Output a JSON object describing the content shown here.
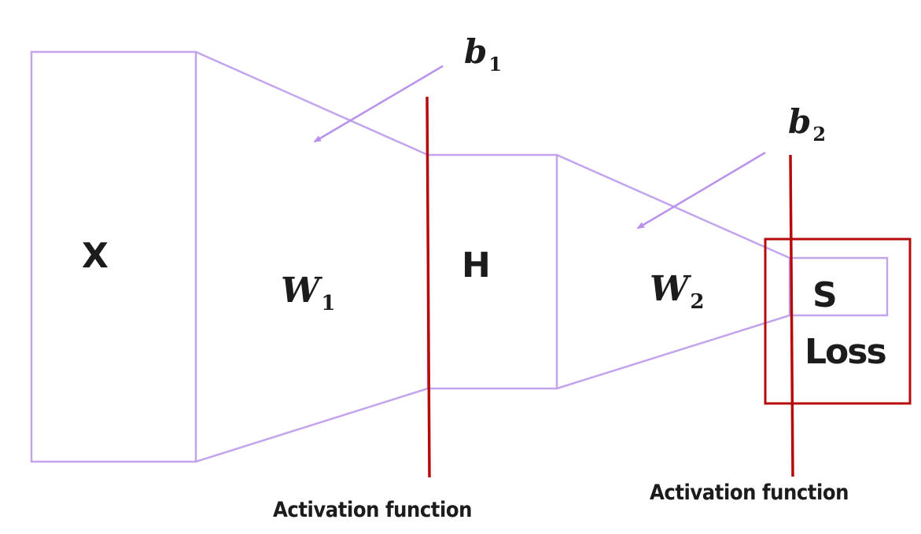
{
  "layers": {
    "input": "X",
    "hidden": "H",
    "scores": "S"
  },
  "weights": {
    "w1": {
      "symbol": "W",
      "subscript": "1"
    },
    "w2": {
      "symbol": "W",
      "subscript": "2"
    }
  },
  "biases": {
    "b1": {
      "symbol": "b",
      "subscript": "1"
    },
    "b2": {
      "symbol": "b",
      "subscript": "2"
    }
  },
  "loss": "Loss",
  "activations": {
    "first": "Activation function",
    "second": "Activation function"
  },
  "colors": {
    "layer_outline": "#c3a4ee",
    "arrow": "#b992ec",
    "activation_line": "#b50b0b",
    "loss_box": "#b50b0b",
    "text": "#1c1c1c"
  }
}
